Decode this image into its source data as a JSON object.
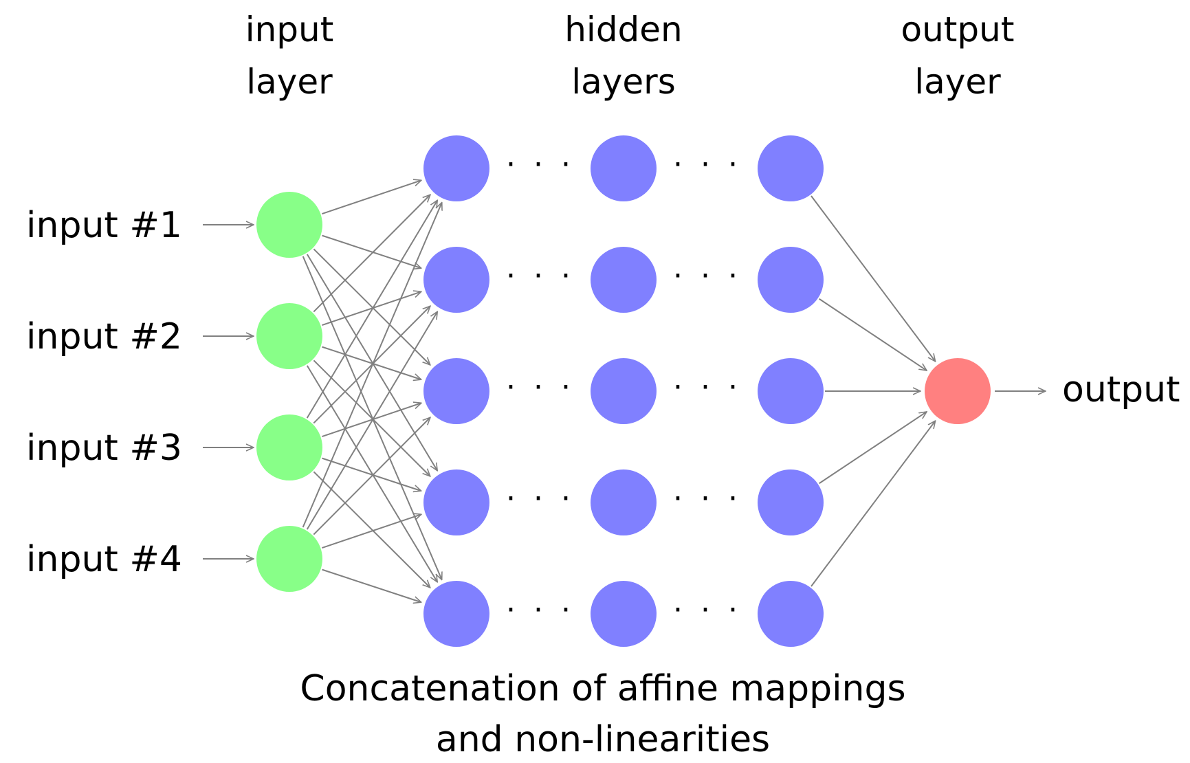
{
  "headers": {
    "input": [
      "input",
      "layer"
    ],
    "hidden": [
      "hidden",
      "layers"
    ],
    "output": [
      "output",
      "layer"
    ]
  },
  "inputs": [
    "input #1",
    "input #2",
    "input #3",
    "input #4"
  ],
  "output_label": "output",
  "ellipsis": "· · ·",
  "caption": [
    "Concatenation of affine mappings",
    "and non-linearities"
  ],
  "colors": {
    "input_node": "#88ff88",
    "hidden_node": "#8080ff",
    "output_node": "#ff8080",
    "edge": "#808080"
  }
}
